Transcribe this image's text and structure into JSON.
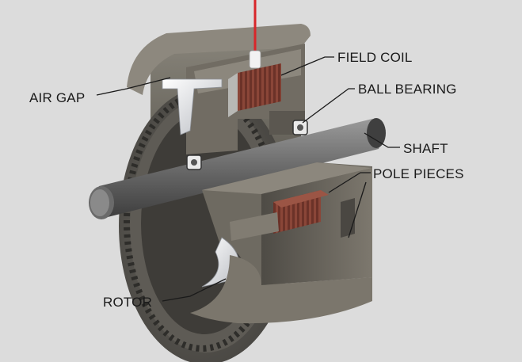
{
  "diagram": {
    "labels": {
      "field_coil": "FIELD COIL",
      "air_gap": "AIR GAP",
      "ball_bearing": "BALL BEARING",
      "shaft": "SHAFT",
      "pole_pieces": "POLE PIECES",
      "rotor": "ROTOR"
    },
    "colors": {
      "background": "#dcdcdc",
      "steel": "#6f6b62",
      "coil_copper": "#6b3228",
      "wire": "#d8262a",
      "label_text": "#1a1a1a"
    }
  }
}
